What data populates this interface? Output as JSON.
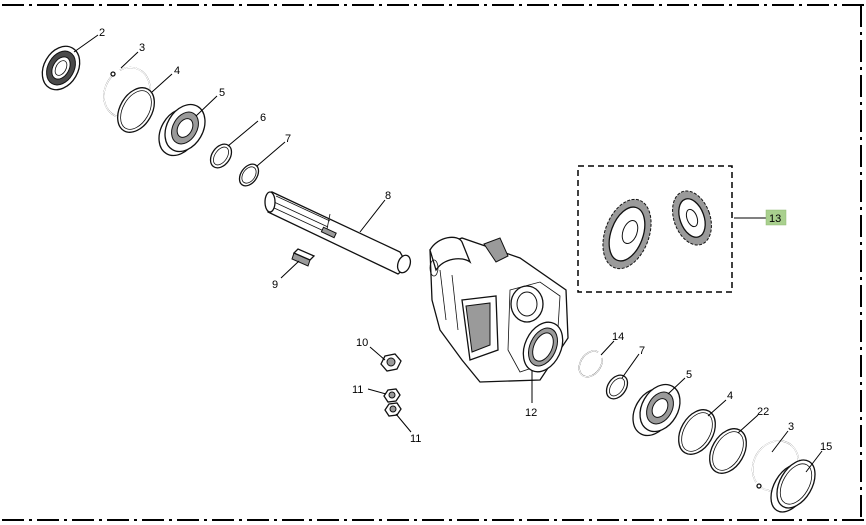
{
  "diagram": {
    "highlight_color": "#a9d08e",
    "callouts": {
      "c2": "2",
      "c3a": "3",
      "c4a": "4",
      "c5a": "5",
      "c6": "6",
      "c7a": "7",
      "c8": "8",
      "c9": "9",
      "c10": "10",
      "c11a": "11",
      "c11b": "11",
      "c12": "12",
      "c13": "13",
      "c14": "14",
      "c7b": "7",
      "c5b": "5",
      "c4b": "4",
      "c22": "22",
      "c3b": "3",
      "c15": "15"
    }
  }
}
